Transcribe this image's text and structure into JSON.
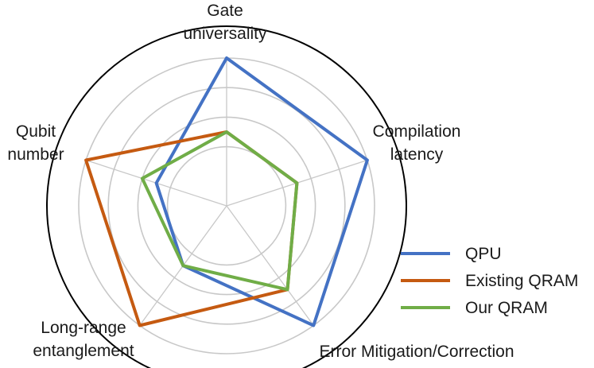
{
  "chart_data": {
    "type": "radar",
    "axes": [
      [
        "Gate",
        "universality"
      ],
      [
        "Compilation",
        "latency"
      ],
      [
        "Error Mitigation/Correction"
      ],
      [
        "Long-range",
        "entanglement"
      ],
      [
        "Qubit",
        "number"
      ]
    ],
    "rlim": [
      0,
      5
    ],
    "grid": true,
    "legend_position": "right",
    "series": [
      {
        "name": "QPU",
        "color": "#4472C4",
        "values": [
          5,
          5,
          5,
          2.5,
          2.5
        ]
      },
      {
        "name": "Existing QRAM",
        "color": "#C55A11",
        "values": [
          2.5,
          2.5,
          3.5,
          5,
          5
        ]
      },
      {
        "name": "Our QRAM",
        "color": "#70AD47",
        "values": [
          2.5,
          2.5,
          3.5,
          2.5,
          3
        ]
      }
    ]
  }
}
